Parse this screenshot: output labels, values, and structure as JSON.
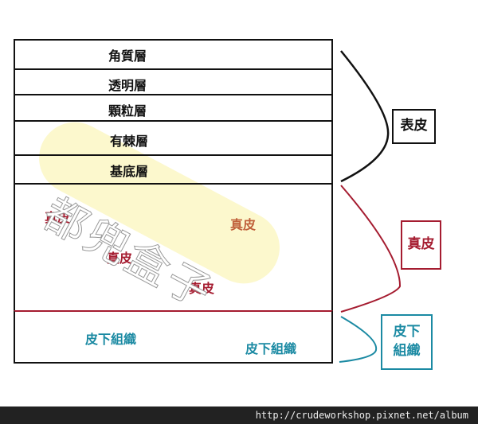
{
  "epidermis_layers": [
    "角質層",
    "透明層",
    "顆粒層",
    "有棘層",
    "基底層"
  ],
  "dermis_labels": [
    "真皮",
    "真皮",
    "真皮",
    "真皮"
  ],
  "subcutis_labels": [
    "皮下組織",
    "皮下組織"
  ],
  "brackets": {
    "epidermis": "表皮",
    "dermis": "真皮",
    "subcutis_line1": "皮下",
    "subcutis_line2": "組織"
  },
  "watermark": "都兜盒子",
  "footer_url": "http://crudeworkshop.pixnet.net/album",
  "colors": {
    "epidermis": "#111111",
    "dermis": "#a51c30",
    "subcutis": "#1b8aa3",
    "watermark_bg": "#fbf7c4"
  }
}
